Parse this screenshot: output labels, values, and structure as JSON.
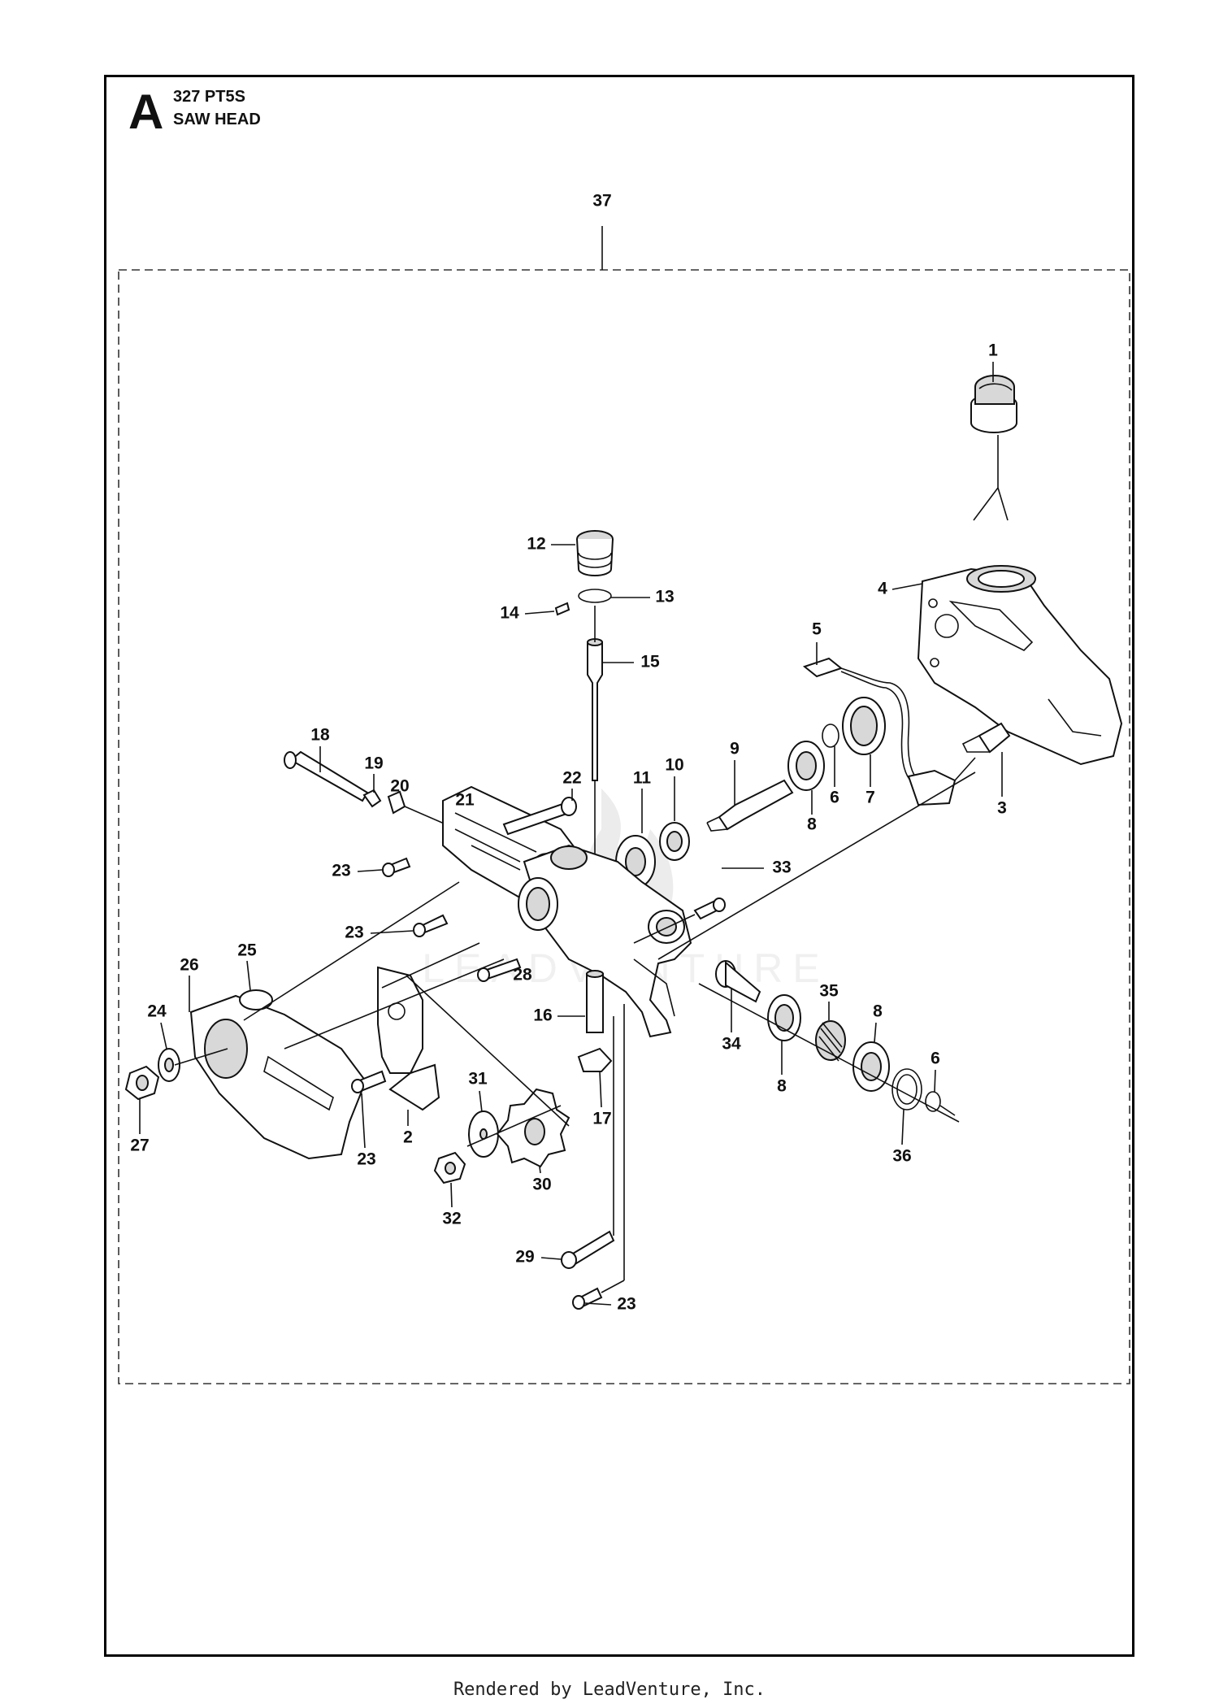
{
  "header": {
    "section_letter": "A",
    "model": "327 PT5S",
    "assembly": "SAW HEAD"
  },
  "footer": {
    "text": "Rendered by LeadVenture, Inc."
  },
  "watermark": {
    "text": "LEADVENTURE"
  },
  "callouts": [
    {
      "id": "c37",
      "label": "37"
    },
    {
      "id": "c1",
      "label": "1"
    },
    {
      "id": "c12",
      "label": "12"
    },
    {
      "id": "c13",
      "label": "13"
    },
    {
      "id": "c14",
      "label": "14"
    },
    {
      "id": "c4",
      "label": "4"
    },
    {
      "id": "c5",
      "label": "5"
    },
    {
      "id": "c15",
      "label": "15"
    },
    {
      "id": "c18",
      "label": "18"
    },
    {
      "id": "c19",
      "label": "19"
    },
    {
      "id": "c20",
      "label": "20"
    },
    {
      "id": "c21",
      "label": "21"
    },
    {
      "id": "c22",
      "label": "22"
    },
    {
      "id": "c11",
      "label": "11"
    },
    {
      "id": "c10",
      "label": "10"
    },
    {
      "id": "c9",
      "label": "9"
    },
    {
      "id": "c8a",
      "label": "8"
    },
    {
      "id": "c6a",
      "label": "6"
    },
    {
      "id": "c7",
      "label": "7"
    },
    {
      "id": "c3",
      "label": "3"
    },
    {
      "id": "c23a",
      "label": "23"
    },
    {
      "id": "c33",
      "label": "33"
    },
    {
      "id": "c23b",
      "label": "23"
    },
    {
      "id": "c25",
      "label": "25"
    },
    {
      "id": "c26",
      "label": "26"
    },
    {
      "id": "c28",
      "label": "28"
    },
    {
      "id": "c24",
      "label": "24"
    },
    {
      "id": "c16",
      "label": "16"
    },
    {
      "id": "c35",
      "label": "35"
    },
    {
      "id": "c8b",
      "label": "8"
    },
    {
      "id": "c34",
      "label": "34"
    },
    {
      "id": "c8c",
      "label": "8"
    },
    {
      "id": "c6b",
      "label": "6"
    },
    {
      "id": "c31",
      "label": "31"
    },
    {
      "id": "c17",
      "label": "17"
    },
    {
      "id": "c27",
      "label": "27"
    },
    {
      "id": "c23c",
      "label": "23"
    },
    {
      "id": "c2",
      "label": "2"
    },
    {
      "id": "c30",
      "label": "30"
    },
    {
      "id": "c36",
      "label": "36"
    },
    {
      "id": "c32",
      "label": "32"
    },
    {
      "id": "c29",
      "label": "29"
    },
    {
      "id": "c23d",
      "label": "23"
    }
  ]
}
